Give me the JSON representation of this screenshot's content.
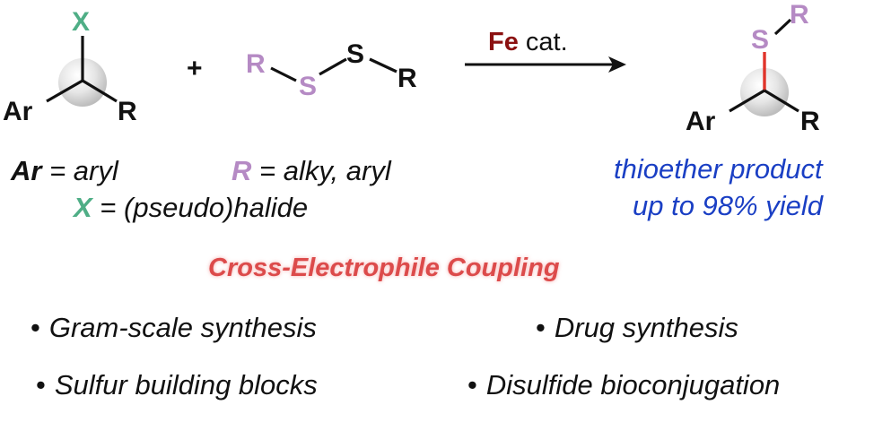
{
  "reactant1": {
    "leaving_group": "X",
    "aryl": "Ar",
    "alkyl": "R"
  },
  "plus": "+",
  "reactant2": {
    "r_left": "R",
    "s_left": "S",
    "s_right": "S",
    "r_right": "R"
  },
  "arrow": {
    "metal": "Fe",
    "cat": "cat."
  },
  "product": {
    "s": "S",
    "r_top": "R",
    "aryl": "Ar",
    "alkyl": "R",
    "caption_line1": "thioether product",
    "caption_line2": "up to 98% yield"
  },
  "legend": {
    "ar_symbol": "Ar",
    "ar_def": " = aryl",
    "r_symbol": "R",
    "r_def": " = alky, aryl",
    "x_symbol": "X",
    "x_def": " = (pseudo)halide"
  },
  "title": "Cross-Electrophile Coupling",
  "bullets": [
    "Gram-scale synthesis",
    "Drug synthesis",
    "Sulfur building blocks",
    "Disulfide bioconjugation"
  ],
  "colors": {
    "green": "#4fae86",
    "purple": "#b58ac4",
    "blue": "#1a3fc4",
    "fe_red": "#8b1010",
    "title_red": "#dc4b4b",
    "new_bond": "#e0342a"
  }
}
